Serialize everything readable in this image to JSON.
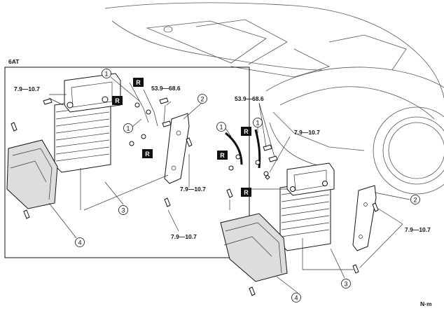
{
  "diagram": {
    "inset_title": "6AT",
    "unit_label": "N·m",
    "torque_values": {
      "small_a": "7.9—10.7",
      "large": "53.9—68.6"
    },
    "callouts": [
      "1",
      "2",
      "3",
      "4"
    ],
    "replace_marker": "R"
  }
}
